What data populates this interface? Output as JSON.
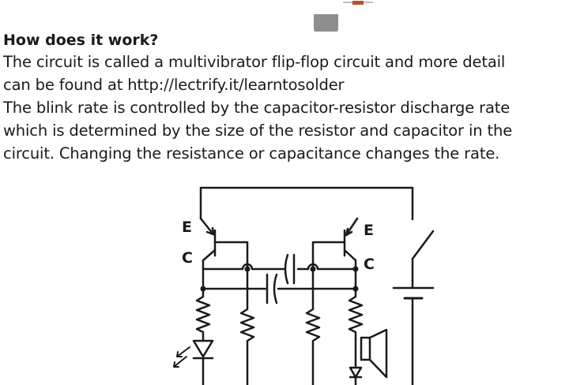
{
  "document": {
    "heading": "How does it work?",
    "lines": [
      "The circuit is called a multivibrator flip-flop circuit and more detail",
      "can be found at http://lectrify.it/learntosolder",
      "The blink rate is controlled by the capacitor-resistor discharge rate",
      "which is determined by the size of the resistor and capacitor in the",
      "circuit.  Changing the resistance or capacitance changes the rate."
    ]
  },
  "schematic": {
    "left_emitter_label": "E",
    "left_collector_label": "C",
    "right_emitter_label": "E",
    "right_collector_label": "C",
    "stroke_color": "#1a1a1a"
  },
  "decoration": {
    "shape_color": "#8e8e8e"
  }
}
